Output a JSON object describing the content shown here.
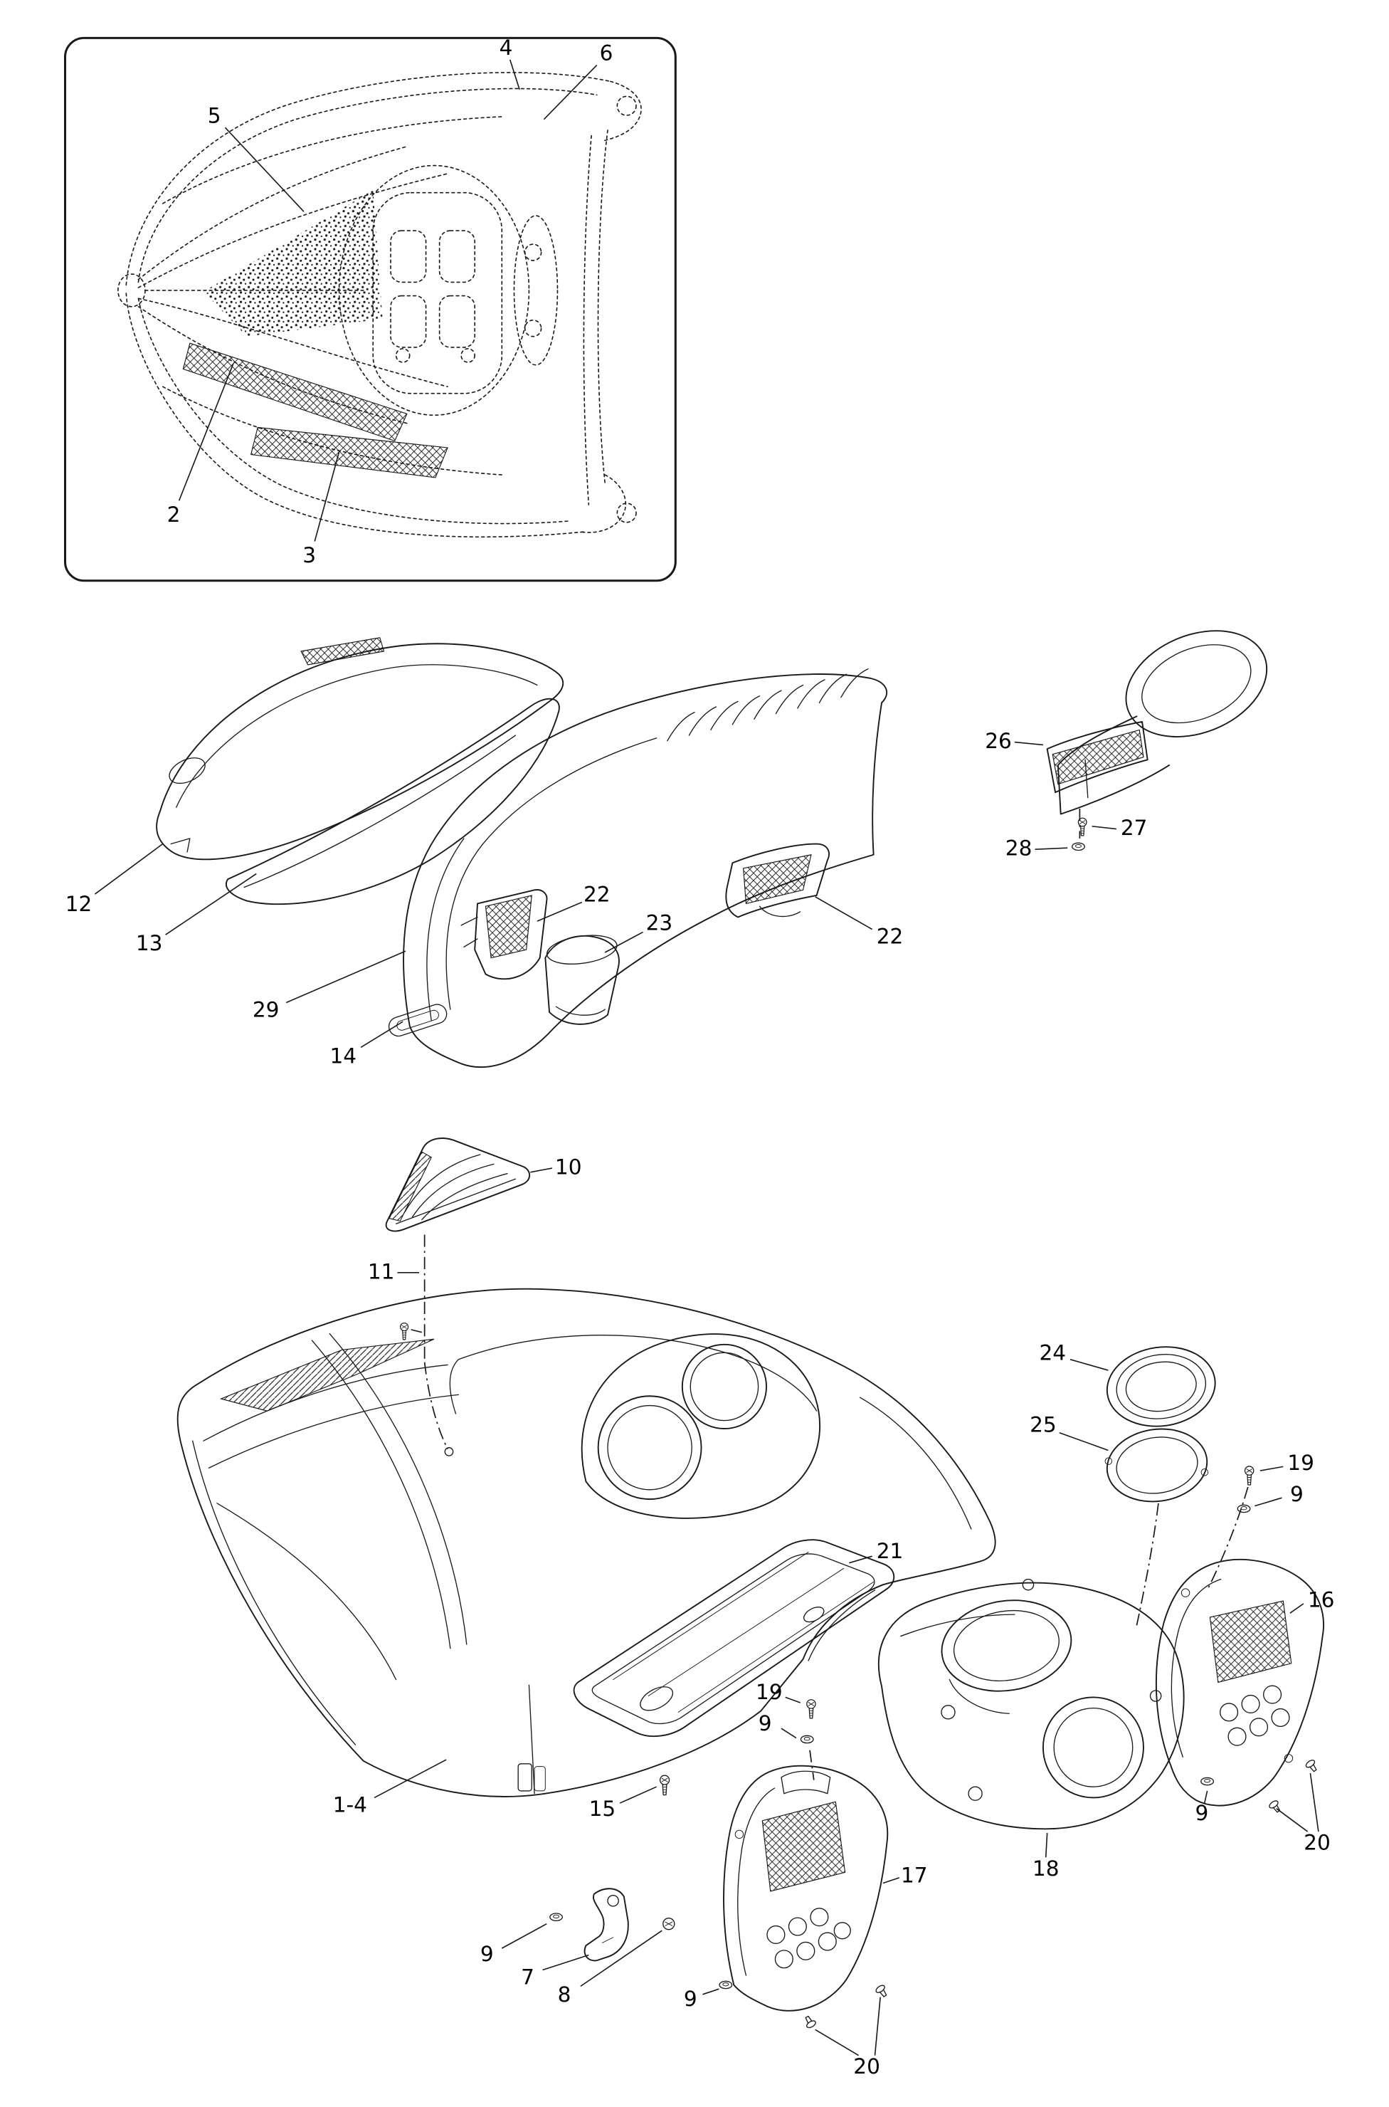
{
  "figure": {
    "kind": "exploded-parts-diagram",
    "background": "#ffffff",
    "line_color": "#1a1a1a"
  },
  "icons": [
    {
      "name": "screw-icon"
    },
    {
      "name": "washer-icon"
    },
    {
      "name": "push-rivet-icon"
    },
    {
      "name": "round-head-screw-icon"
    }
  ],
  "callouts": [
    {
      "label": "4"
    },
    {
      "label": "6"
    },
    {
      "label": "5"
    },
    {
      "label": "2"
    },
    {
      "label": "3"
    },
    {
      "label": "12"
    },
    {
      "label": "13"
    },
    {
      "label": "29"
    },
    {
      "label": "14"
    },
    {
      "label": "22"
    },
    {
      "label": "23"
    },
    {
      "label": "22"
    },
    {
      "label": "26"
    },
    {
      "label": "27"
    },
    {
      "label": "28"
    },
    {
      "label": "10"
    },
    {
      "label": "11"
    },
    {
      "label": "24"
    },
    {
      "label": "25"
    },
    {
      "label": "19"
    },
    {
      "label": "9"
    },
    {
      "label": "16"
    },
    {
      "label": "21"
    },
    {
      "label": "19"
    },
    {
      "label": "9"
    },
    {
      "label": "1-4"
    },
    {
      "label": "15"
    },
    {
      "label": "9"
    },
    {
      "label": "20"
    },
    {
      "label": "18"
    },
    {
      "label": "17"
    },
    {
      "label": "7"
    },
    {
      "label": "8"
    },
    {
      "label": "9"
    },
    {
      "label": "9"
    },
    {
      "label": "20"
    }
  ]
}
